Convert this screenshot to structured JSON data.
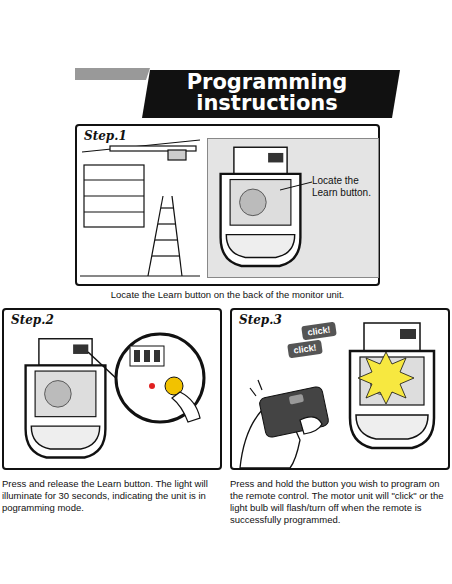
{
  "diagram": {
    "title": "Programming instructions",
    "nodes": [
      {
        "text": [
          "Step.1"
        ]
      },
      {
        "text": [
          "Locate the Learn button."
        ],
        "in": 0
      },
      {
        "text": [
          "Step.2"
        ]
      },
      {
        "text": [
          "Step.3"
        ]
      },
      {
        "text": [
          "click!"
        ],
        "in": 3
      },
      {
        "text": [
          "click!"
        ],
        "in": 3
      }
    ],
    "labels": [
      "Locate the Learn button on the back of the monitor unit.",
      "Press and release the Learn button. The light will illuminate for 30 seconds, indicating the unit is in pogramming mode.",
      "Press and hold the button you wish to program on the remote control. The motor unit will \"click\" or the light bulb will flash/turn off when the remote is successfully programmed."
    ]
  }
}
